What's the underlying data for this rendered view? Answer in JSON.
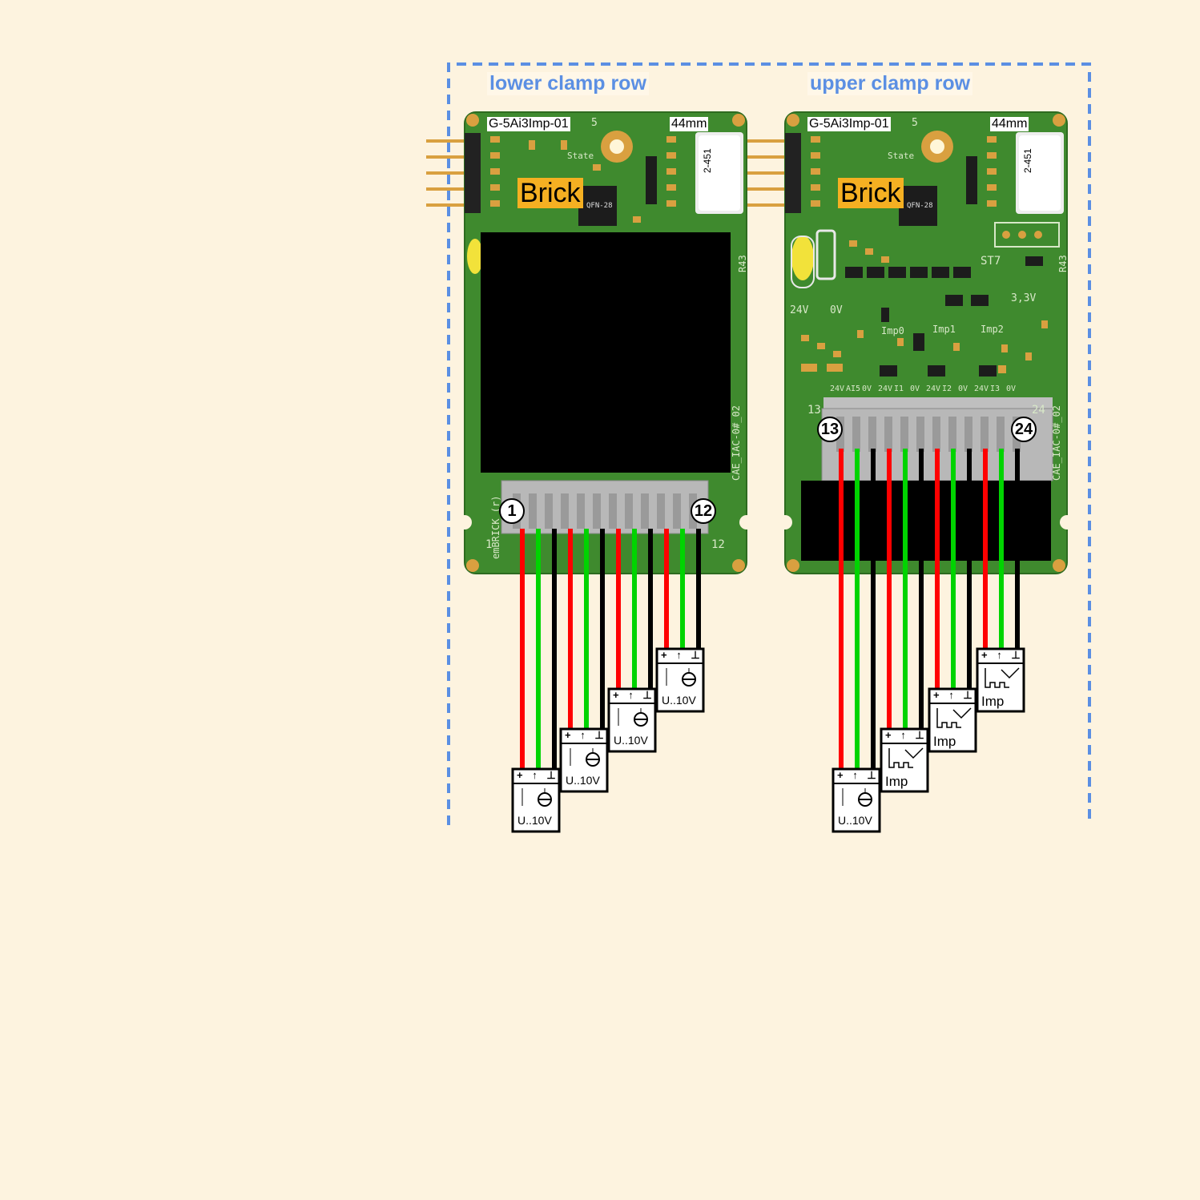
{
  "rows": {
    "lower": {
      "title": "lower clamp row",
      "module_label": "G-5Ai3Imp-01",
      "width_label": "44mm",
      "brick_label": "Brick",
      "relay_label": "2-451",
      "chip_label": "QFN-28",
      "pin_first": "1",
      "pin_last": "12",
      "edge_first": "1",
      "edge_last": "12",
      "side_text": "emBRICK (r)",
      "side_text_right": "CAE_IAC-0#_02",
      "top_num": "5",
      "state_label": "State",
      "r_label": "R43"
    },
    "upper": {
      "title": "upper clamp row",
      "module_label": "G-5Ai3Imp-01",
      "width_label": "44mm",
      "brick_label": "Brick",
      "relay_label": "2-451",
      "chip_label": "QFN-28",
      "pin_first": "13",
      "pin_last": "24",
      "edge_first": "13",
      "edge_last": "24",
      "side_text_right": "CAE_IAC-0#_02",
      "top_num": "5",
      "state_label": "State",
      "r_label": "R43",
      "st_label": "ST7",
      "v33_label": "3,3V",
      "v24_label": "24V",
      "v0_label": "0V",
      "imp_labels": [
        "Imp0",
        "Imp1",
        "Imp2"
      ],
      "terminal_labels": [
        "24V",
        "AI5",
        "0V",
        "24V",
        "I1",
        "0V",
        "24V",
        "I2",
        "0V",
        "24V",
        "I3",
        "0V"
      ]
    }
  },
  "sensors": {
    "lower": [
      {
        "type": "voltage",
        "label": "U..10V",
        "symbols": "+ ↑ ⊥"
      },
      {
        "type": "voltage",
        "label": "U..10V",
        "symbols": "+ ↑ ⊥"
      },
      {
        "type": "voltage",
        "label": "U..10V",
        "symbols": "+ ↑ ⊥"
      },
      {
        "type": "voltage",
        "label": "U..10V",
        "symbols": "+ ↑ ⊥"
      }
    ],
    "upper": [
      {
        "type": "voltage",
        "label": "U..10V",
        "symbols": "+ ↑ ⊥"
      },
      {
        "type": "impulse",
        "label": "Imp",
        "symbols": "+ ↑ ⊥"
      },
      {
        "type": "impulse",
        "label": "Imp",
        "symbols": "+ ↑ ⊥"
      },
      {
        "type": "impulse",
        "label": "Imp",
        "symbols": "+ ↑ ⊥"
      }
    ]
  },
  "colors": {
    "background": "#fdf3df",
    "frame": "#5b8fe3",
    "pcb": "#3f8a2e",
    "wire_plus": "#ff0000",
    "wire_signal": "#00d400",
    "wire_gnd": "#000000",
    "brick": "#f5b022",
    "connector": "#b8b8b8"
  }
}
